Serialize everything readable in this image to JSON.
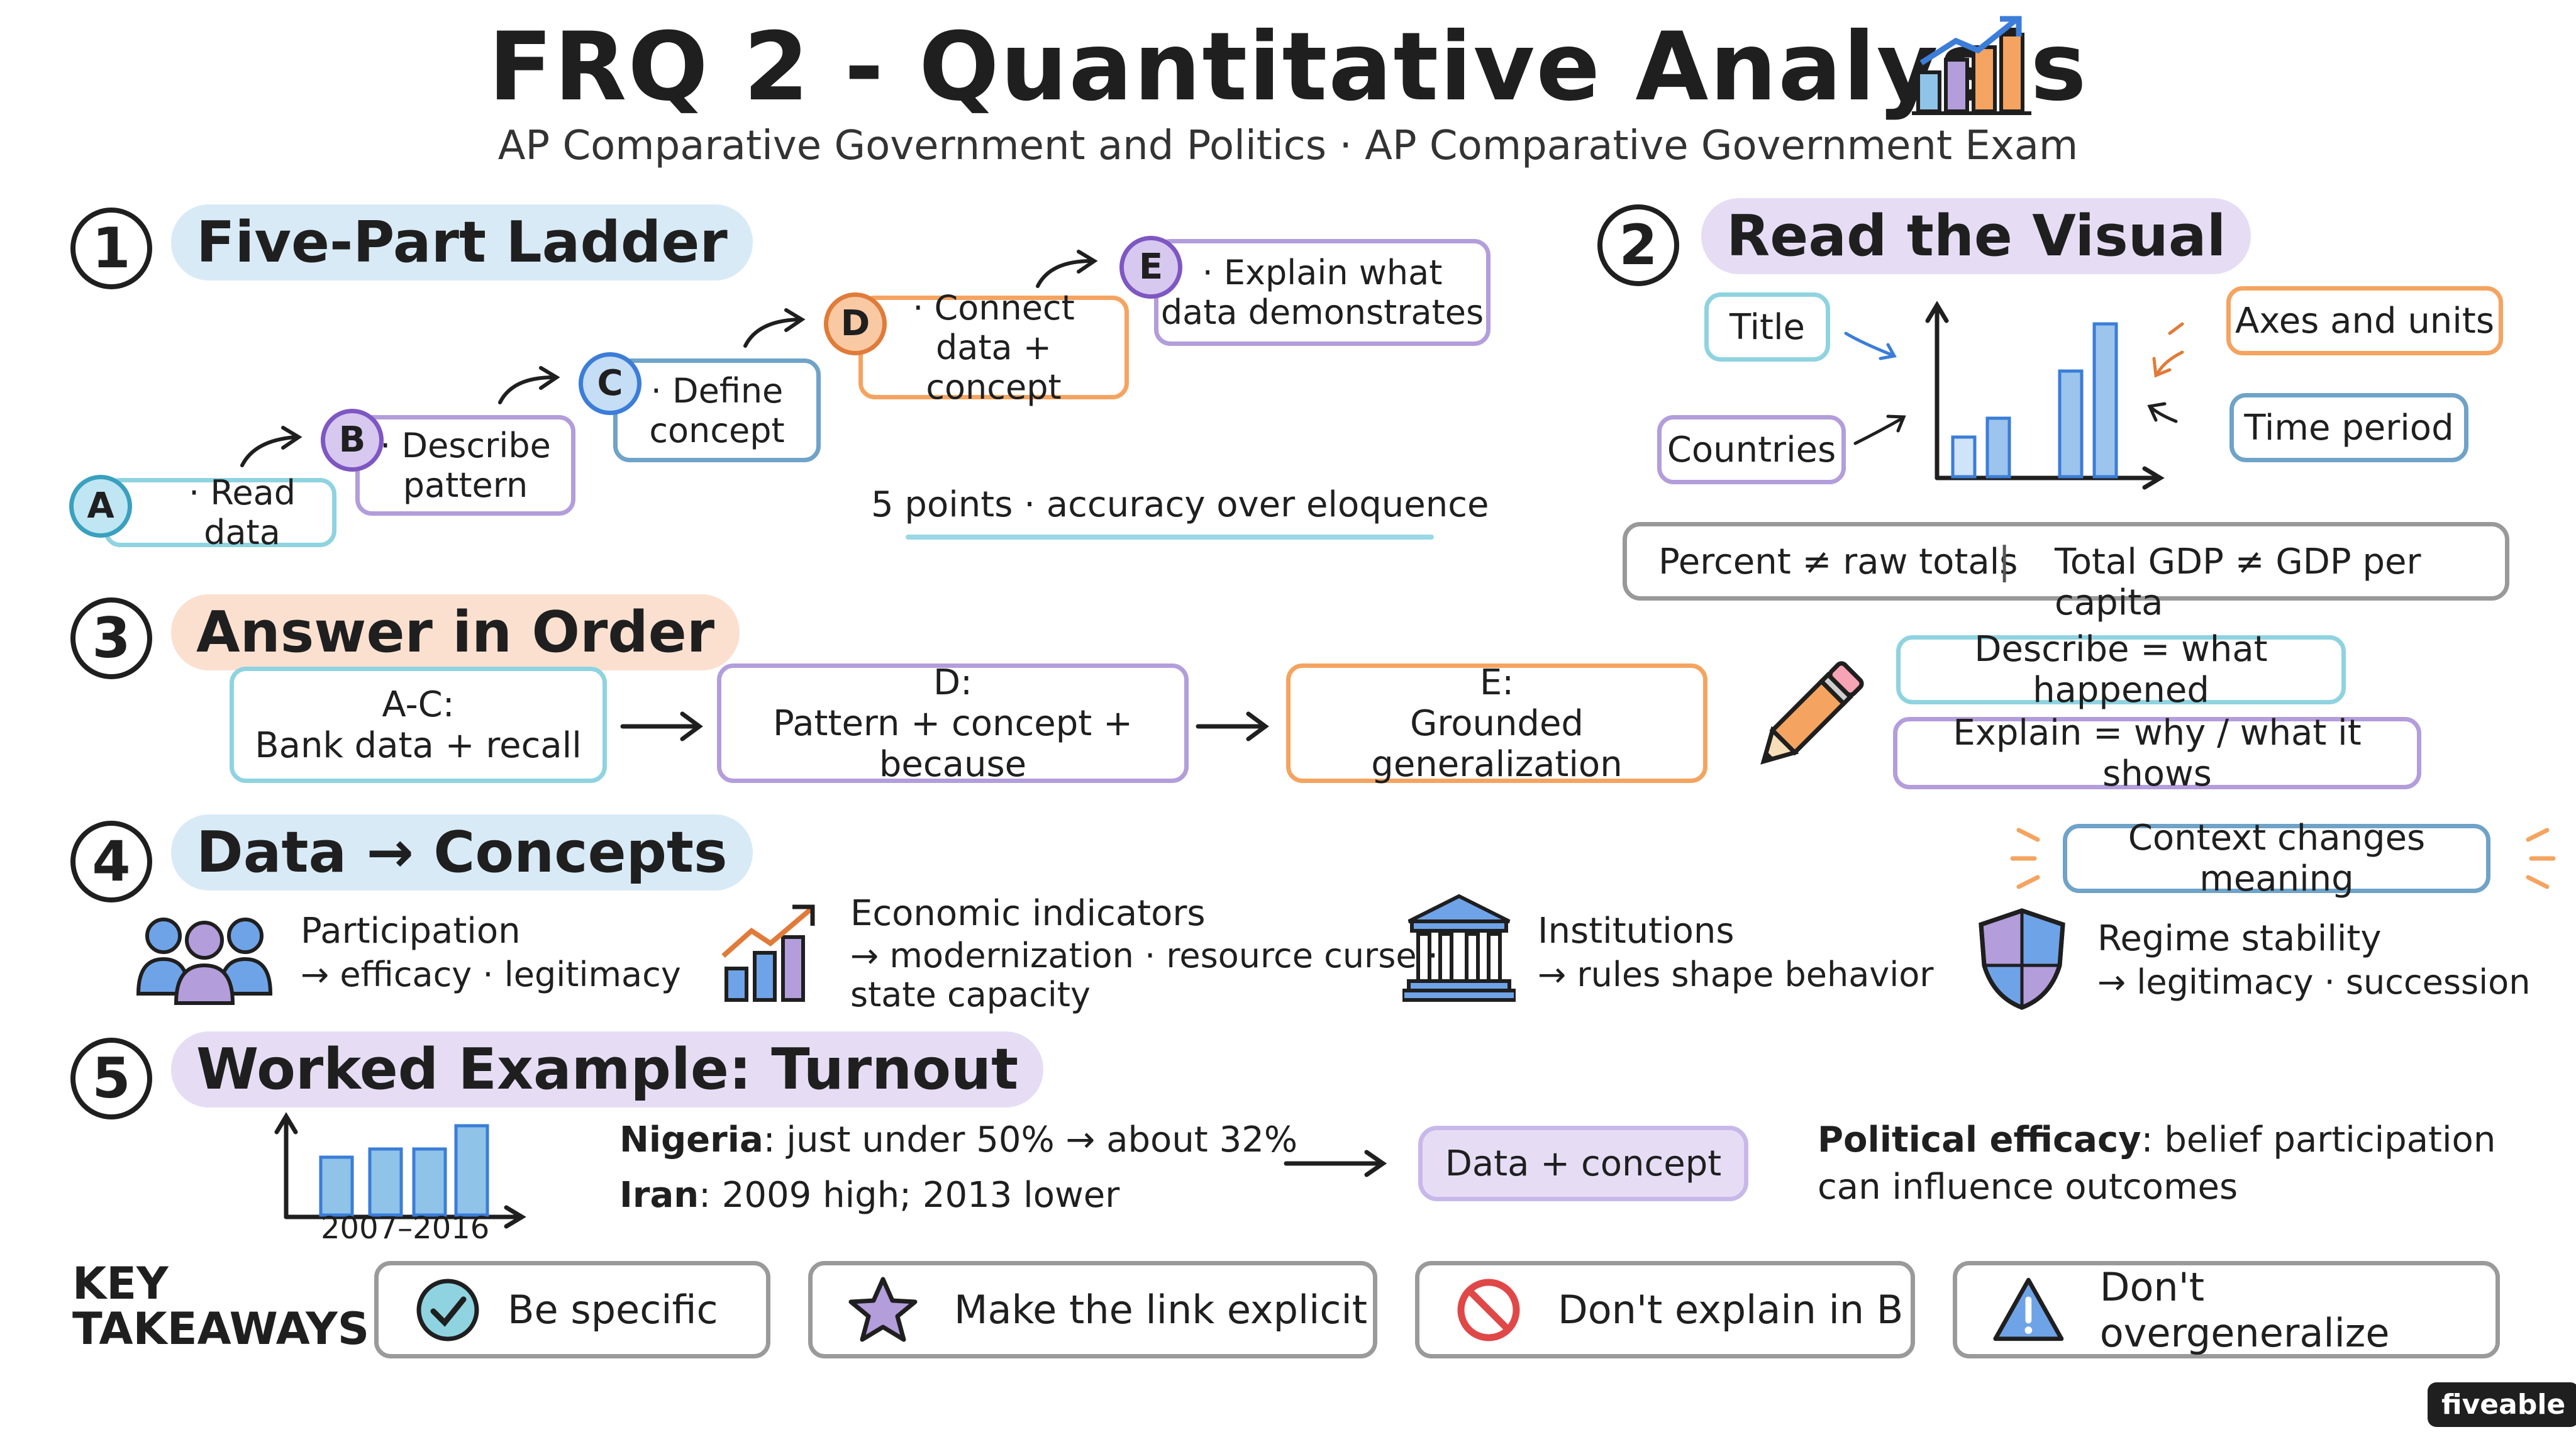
{
  "header": {
    "title": "FRQ 2 - Quantitative Analysis",
    "subtitle": "AP Comparative Government and Politics · AP Comparative Government Exam",
    "title_icon": "bar-chart-up-icon"
  },
  "colors": {
    "blue": "#7fb3d5",
    "purple": "#b39ddb",
    "orange": "#f4a460",
    "teal": "#8fd3e0",
    "blue_hl": "#d9eaf7",
    "purple_hl": "#e6ddf5",
    "orange_hl": "#fbe0d0"
  },
  "ladder": {
    "num": "1",
    "heading": "Five-Part Ladder",
    "steps": [
      {
        "letter": "A",
        "text": "· Read data"
      },
      {
        "letter": "B",
        "text1": "· Describe",
        "text2": "pattern"
      },
      {
        "letter": "C",
        "text1": "· Define",
        "text2": "concept"
      },
      {
        "letter": "D",
        "text1": "· Connect",
        "text2": "data + concept"
      },
      {
        "letter": "E",
        "text1": "· Explain what",
        "text2": "data demonstrates"
      }
    ],
    "note": "5 points · accuracy over eloquence"
  },
  "visual": {
    "num": "2",
    "heading": "Read the Visual",
    "labels": {
      "title": "Title",
      "countries": "Countries",
      "axes": "Axes and units",
      "time": "Time period"
    },
    "compare_left": "Percent ≠ raw totals",
    "compare_sep": "|",
    "compare_right": "Total GDP ≠ GDP per capita"
  },
  "order": {
    "num": "3",
    "heading": "Answer in Order",
    "steps": [
      {
        "line1": "A-C:",
        "line2": "Bank data + recall"
      },
      {
        "line1": "D:",
        "line2": "Pattern + concept + because"
      },
      {
        "line1": "E:",
        "line2": "Grounded generalization"
      }
    ],
    "describe": "Describe = what happened",
    "explain": "Explain = why / what it shows",
    "icon": "pencil-icon"
  },
  "concepts": {
    "num": "4",
    "heading": "Data → Concepts",
    "context": "Context changes meaning",
    "items": [
      {
        "icon": "people-icon",
        "title": "Participation",
        "line1": "→ efficacy · legitimacy"
      },
      {
        "icon": "growth-chart-icon",
        "title": "Economic indicators",
        "line1": "→ modernization · resource curse ·",
        "line2": "state capacity"
      },
      {
        "icon": "institution-icon",
        "title": "Institutions",
        "line1": "→ rules shape behavior"
      },
      {
        "icon": "shield-icon",
        "title": "Regime stability",
        "line1": "→ legitimacy · succession"
      }
    ]
  },
  "example": {
    "num": "5",
    "heading": "Worked Example: Turnout",
    "chart_caption": "2007–2016",
    "nigeria_label": "Nigeria",
    "nigeria_text": ": just under 50% → about 32%",
    "iran_label": "Iran",
    "iran_text": ": 2009 high; 2013 lower",
    "pill": "Data + concept",
    "def_label": "Political efficacy",
    "def_text1": ": belief participation",
    "def_text2": "can influence outcomes"
  },
  "takeaways": {
    "label1": "KEY",
    "label2": "TAKEAWAYS:",
    "items": [
      {
        "icon": "check-circle-icon",
        "text": "Be specific"
      },
      {
        "icon": "star-icon",
        "text": "Make the link explicit"
      },
      {
        "icon": "no-entry-icon",
        "text": "Don't explain in B"
      },
      {
        "icon": "warning-icon",
        "text": "Don't overgeneralize"
      }
    ]
  },
  "brand": "fiveable"
}
